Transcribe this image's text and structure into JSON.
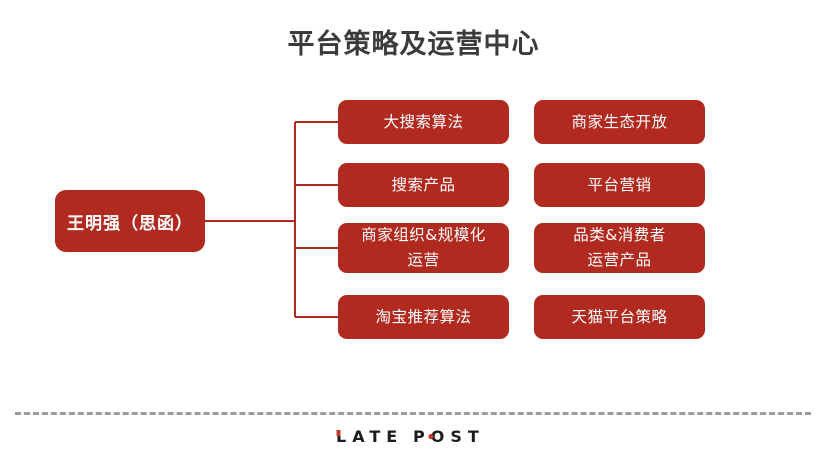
{
  "page": {
    "title": "平台策略及运营中心",
    "background_color": "#ffffff",
    "accent_color": "#b02a20",
    "title_color": "#3b3b3b",
    "divider_color": "#9b9b9e"
  },
  "org_chart": {
    "type": "org-tree",
    "root": {
      "label": "王明强（思函）"
    },
    "branches": [
      {
        "row": 1,
        "primary": {
          "label": "大搜索算法",
          "lines": [
            "大搜索算法"
          ]
        },
        "secondary": {
          "label": "商家生态开放",
          "lines": [
            "商家生态开放"
          ]
        }
      },
      {
        "row": 2,
        "primary": {
          "label": "搜索产品",
          "lines": [
            "搜索产品"
          ]
        },
        "secondary": {
          "label": "平台营销",
          "lines": [
            "平台营销"
          ]
        }
      },
      {
        "row": 3,
        "primary": {
          "label": "商家组织&规模化\n运营",
          "lines": [
            "商家组织&规模化",
            "运营"
          ]
        },
        "secondary": {
          "label": "品类&消费者\n运营产品",
          "lines": [
            "品类&消费者",
            "运营产品"
          ]
        }
      },
      {
        "row": 4,
        "primary": {
          "label": "淘宝推荐算法",
          "lines": [
            "淘宝推荐算法"
          ]
        },
        "secondary": {
          "label": "天猫平台策略",
          "lines": [
            "天猫平台策略"
          ]
        }
      }
    ]
  },
  "footer": {
    "logo_text_left": "LATE",
    "logo_text_right": "POST",
    "logo_full": "LATE POST",
    "accent_color": "#c0392b"
  }
}
